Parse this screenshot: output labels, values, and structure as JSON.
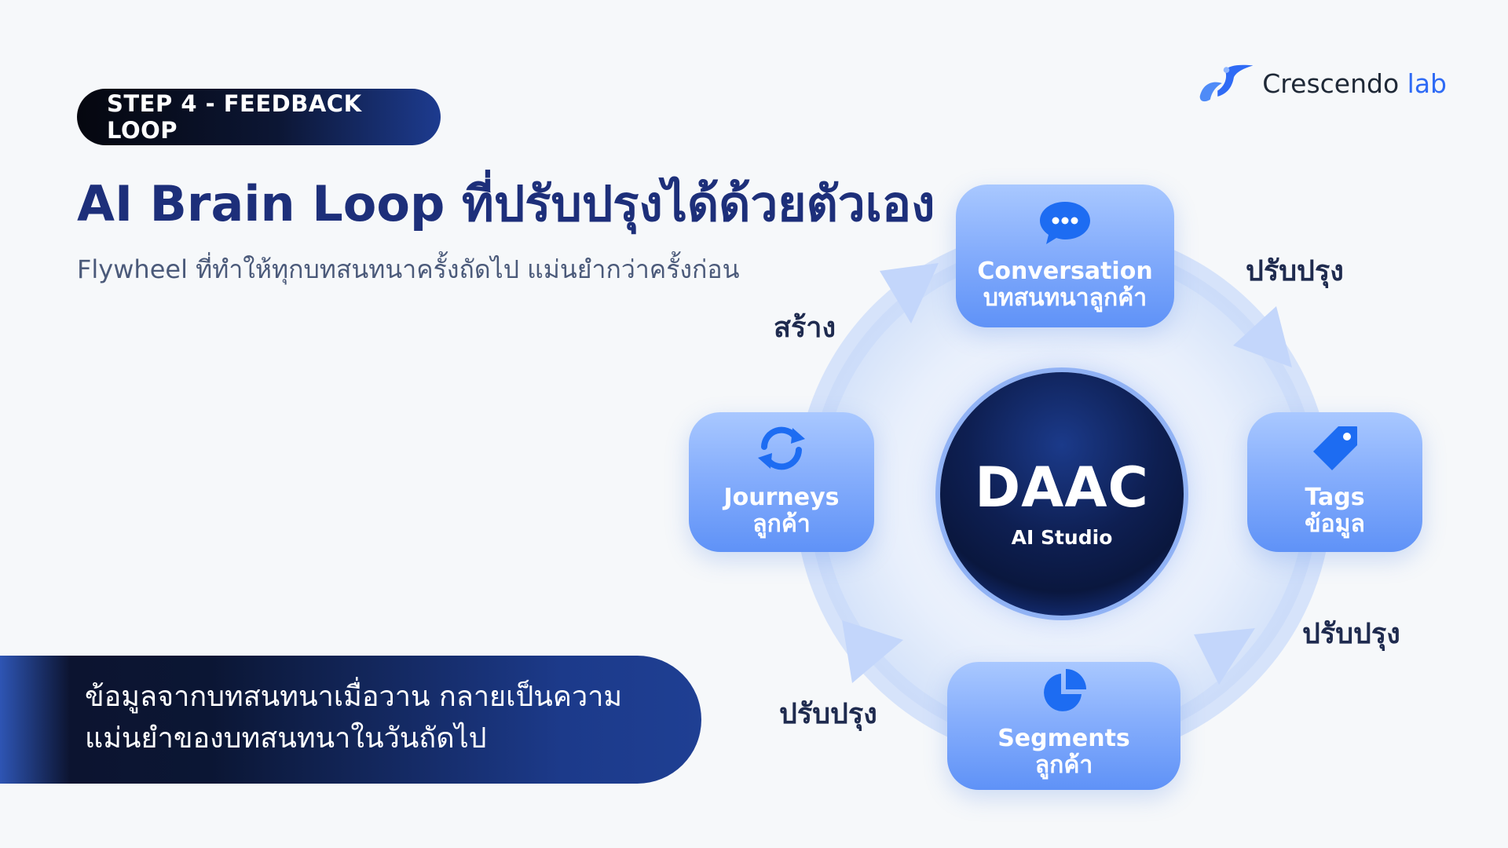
{
  "brand": {
    "name_main": "Crescendo",
    "name_accent": "lab",
    "icon": "crescendo-logo-icon"
  },
  "step_badge": "STEP 4 - FEEDBACK LOOP",
  "title": "AI Brain Loop ที่ปรับปรุงได้ด้วยตัวเอง",
  "subtitle": "Flywheel ที่ทำให้ทุกบทสนทนาครั้งถัดไป แม่นยำกว่าครั้งก่อน",
  "note": {
    "line1": "ข้อมูลจากบทสนทนาเมื่อวาน กลายเป็นความ",
    "line2": "แม่นยำของบทสนทนาในวันถัดไป"
  },
  "hub": {
    "title": "DAAC",
    "subtitle": "AI Studio"
  },
  "nodes": {
    "conversation": {
      "line1": "Conversation",
      "line2": "บทสนทนาลูกค้า",
      "icon": "chat-bubble-icon"
    },
    "tags": {
      "line1": "Tags",
      "line2": "ข้อมูล",
      "icon": "tag-icon"
    },
    "segments": {
      "line1": "Segments",
      "line2": "ลูกค้า",
      "icon": "pie-chart-icon"
    },
    "journeys": {
      "line1": "Journeys",
      "line2": "ลูกค้า",
      "icon": "refresh-cycle-icon"
    }
  },
  "cycle_labels": {
    "create": "สร้าง",
    "improve_1": "ปรับปรุง",
    "improve_2": "ปรับปรุง",
    "improve_3": "ปรับปรุง"
  },
  "colors": {
    "title": "#1d2f7a",
    "node_top": "#a9c8ff",
    "node_bottom": "#5f92f7",
    "hub_dark": "#0a173e",
    "accent": "#2f6bf5"
  }
}
